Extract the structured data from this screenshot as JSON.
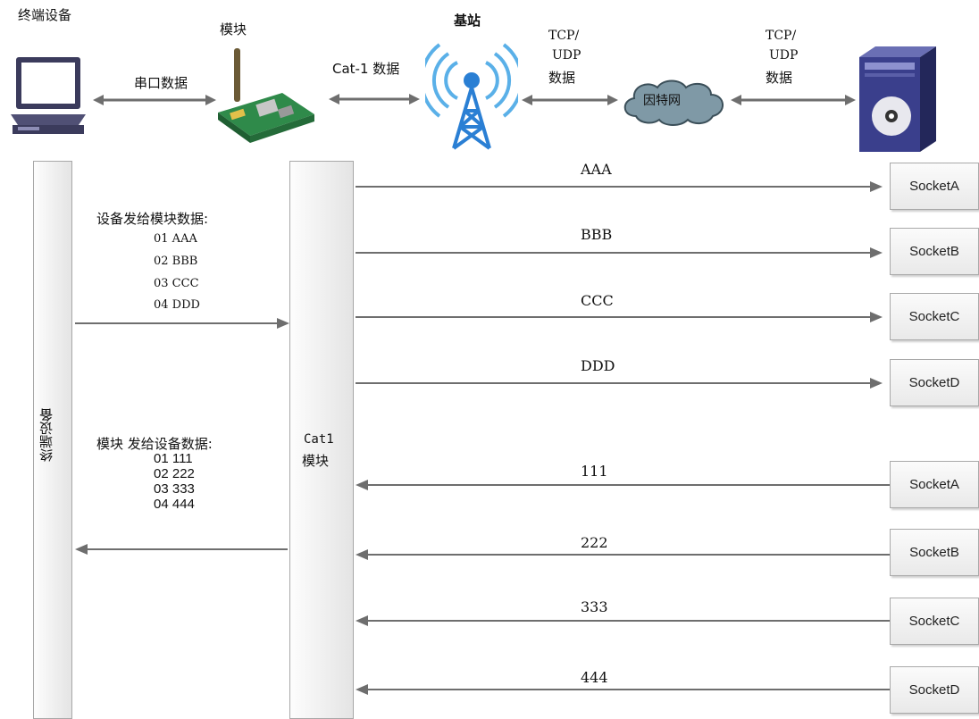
{
  "top": {
    "terminal_label": "终端设备",
    "module_label": "模块",
    "base_label": "基站",
    "internet_label": "因特网",
    "serial_label": "串口数据",
    "cat1_label": "Cat-1 数据",
    "tcp_left_lines": [
      "TCP/",
      "UDP",
      "数据"
    ],
    "tcp_right_lines": [
      "TCP/",
      "UDP",
      "数据"
    ]
  },
  "lanes": {
    "device_lane_label": "终端设备",
    "module_lane_label_line1": "Cat1",
    "module_lane_label_line2": "模块"
  },
  "send_block": {
    "title": "设备发给模块数据:",
    "lines": [
      "01 AAA",
      "02 BBB",
      "03 CCC",
      "04 DDD"
    ]
  },
  "recv_block": {
    "title": "模块 发给设备数据:",
    "lines": [
      "01 111",
      "02 222",
      "03 333",
      "04 444"
    ]
  },
  "outgoing": [
    {
      "text": "AAA",
      "socket": "SocketA"
    },
    {
      "text": "BBB",
      "socket": "SocketB"
    },
    {
      "text": "CCC",
      "socket": "SocketC"
    },
    {
      "text": "DDD",
      "socket": "SocketD"
    }
  ],
  "incoming": [
    {
      "text": "111",
      "socket": "SocketA"
    },
    {
      "text": "222",
      "socket": "SocketB"
    },
    {
      "text": "333",
      "socket": "SocketC"
    },
    {
      "text": "444",
      "socket": "SocketD"
    }
  ],
  "colors": {
    "arrow": "#6e6e6e",
    "tower": "#2a7fd4",
    "cloud": "#7f99a6",
    "server": "#3a3f8c"
  }
}
